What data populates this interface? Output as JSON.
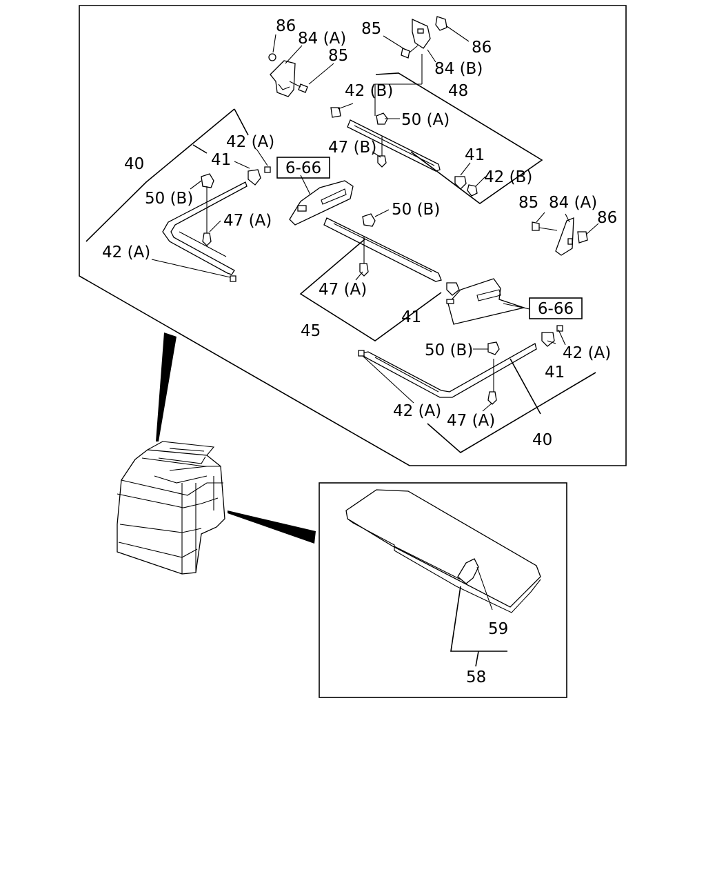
{
  "labels": {
    "l86a": "86",
    "l84a1": "84 (A)",
    "l85a": "85",
    "l85b": "85",
    "l86b": "86",
    "l84b": "84 (B)",
    "l42b1": "42 (B)",
    "l48": "48",
    "l50a": "50 (A)",
    "l47b": "47 (B)",
    "l41a": "41",
    "l42b2": "42 (B)",
    "l42a1": "42 (A)",
    "l40a": "40",
    "l41b": "41",
    "l50b1": "50 (B)",
    "l47a1": "47 (A)",
    "l42a2": "42 (A)",
    "l50b2": "50 (B)",
    "l85c": "85",
    "l84a2": "84 (A)",
    "l86c": "86",
    "l47a2": "47 (A)",
    "l41c": "41",
    "l45": "45",
    "l50b3": "50 (B)",
    "l42a3": "42 (A)",
    "l41d": "41",
    "l42a4": "42 (A)",
    "l47a3": "47 (A)",
    "l40b": "40",
    "l59": "59",
    "l58": "58"
  },
  "refs": {
    "r1": "6-66",
    "r2": "6-66"
  }
}
